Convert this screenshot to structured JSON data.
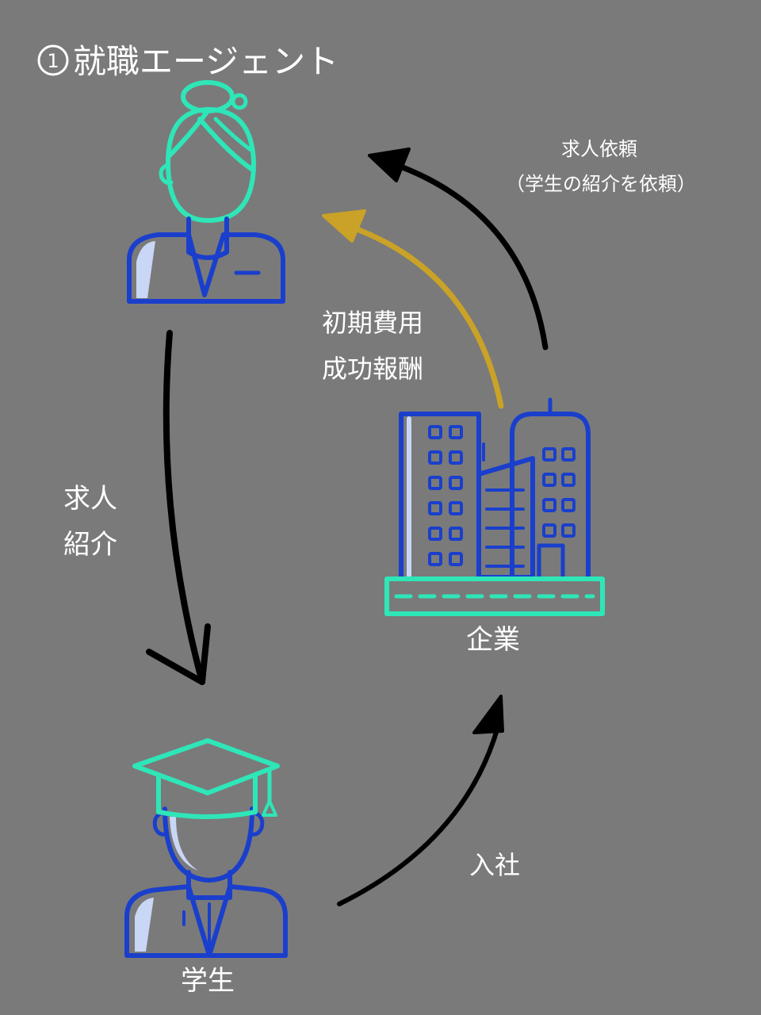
{
  "title": {
    "number": "1",
    "text": "就職エージェント"
  },
  "nodes": {
    "agent": {
      "icon": "agent-woman-icon"
    },
    "student": {
      "label": "学生",
      "icon": "graduate-student-icon"
    },
    "company": {
      "label": "企業",
      "icon": "office-buildings-icon"
    }
  },
  "edges": {
    "agent_to_student": {
      "line1": "求人",
      "line2": "紹介"
    },
    "student_to_company": {
      "label": "入社"
    },
    "company_to_agent_request": {
      "line1": "求人依頼",
      "line2": "（学生の紹介を依頼）"
    },
    "company_to_agent_fee": {
      "line1": "初期費用",
      "line2": "成功報酬"
    }
  },
  "colors": {
    "background": "#7a7a7a",
    "icon_teal": "#2ee6b8",
    "icon_blue": "#1a3fcc",
    "arrow_black": "#000000",
    "arrow_gold": "#c9a227",
    "text": "#ffffff"
  }
}
